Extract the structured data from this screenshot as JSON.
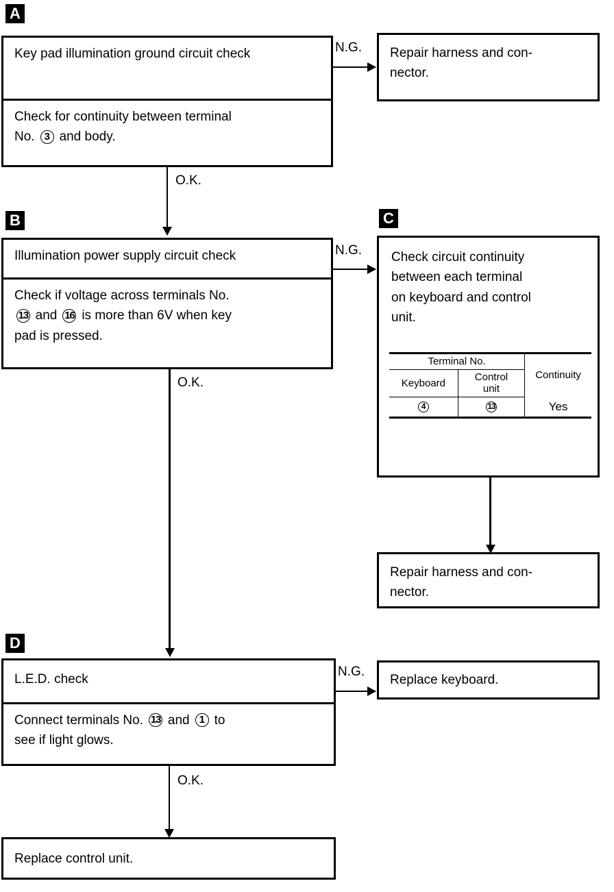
{
  "diagram": {
    "type": "troubleshooting-flowchart",
    "title": "Key pad illumination diagnostic flow",
    "steps": [
      {
        "id": "A",
        "badge": "A",
        "heading": "Key pad illumination ground circuit check",
        "body_prefix": "Check for continuity between terminal No.",
        "body_terminals": [
          "3"
        ],
        "body_suffix": "and body.",
        "ng_label": "N.G.",
        "ok_label": "O.K.",
        "ng_target": "Repair harness and connector.",
        "ok_target": "B"
      },
      {
        "id": "B",
        "badge": "B",
        "heading": "Illumination power supply circuit check",
        "body_prefix": "Check if voltage across terminals No.",
        "body_terminals": [
          "13",
          "16"
        ],
        "body_mid": "and",
        "body_suffix": "is more than 6V when key pad is pressed.",
        "ng_label": "N.G.",
        "ok_label": "O.K.",
        "ng_target": "C",
        "ok_target": "D"
      },
      {
        "id": "C",
        "badge": "C",
        "heading": "Check circuit continuity between each terminal on keyboard and control unit.",
        "target": "Repair harness and connector."
      },
      {
        "id": "D",
        "badge": "D",
        "heading": "L.E.D. check",
        "body_prefix": "Connect terminals No.",
        "body_terminals": [
          "13",
          "1"
        ],
        "body_mid": "and",
        "body_suffix": "to see if light glows.",
        "ng_label": "N.G.",
        "ok_label": "O.K.",
        "ng_target": "Replace keyboard.",
        "ok_target": "Replace control unit."
      }
    ]
  },
  "boxes": {
    "a_heading": "Key pad illumination ground circuit check",
    "a_body_part1": "Check for continuity between terminal",
    "a_body_part2": "No.",
    "a_body_term1": "3",
    "a_body_part3": "and body.",
    "a_ng_result": "Repair harness and con-",
    "a_ng_result2": "nector.",
    "b_heading": "Illumination power supply circuit check",
    "b_body_part1": "Check if voltage across terminals No.",
    "b_body_term1": "13",
    "b_body_and": "and",
    "b_body_term2": "16",
    "b_body_part2": "is more than 6V when key",
    "b_body_part3": "pad is pressed.",
    "c_heading_l1": "Check circuit continuity",
    "c_heading_l2": "between each terminal",
    "c_heading_l3": "on keyboard and control",
    "c_heading_l4": "unit.",
    "c_result": "Repair harness and con-",
    "c_result2": "nector.",
    "d_heading": "L.E.D. check",
    "d_body_part1": "Connect terminals No.",
    "d_body_term1": "13",
    "d_body_and": "and",
    "d_body_term2": "1",
    "d_body_part2": "to",
    "d_body_part3": "see if light glows.",
    "d_ng_result": "Replace keyboard.",
    "d_ok_result": "Replace control unit."
  },
  "labels": {
    "badge_a": "A",
    "badge_b": "B",
    "badge_c": "C",
    "badge_d": "D",
    "ng_a": "N.G.",
    "ok_a": "O.K.",
    "ng_b": "N.G.",
    "ok_b": "O.K.",
    "ng_d": "N.G.",
    "ok_d": "O.K."
  },
  "table_c": {
    "span_header": "Terminal No.",
    "col_keyboard": "Keyboard",
    "col_control_l1": "Control",
    "col_control_l2": "unit",
    "col_continuity": "Continuity",
    "rows": [
      {
        "keyboard": "4",
        "control_unit": "13",
        "continuity": "Yes"
      }
    ]
  },
  "colors": {
    "ink": "#000000",
    "paper": "#ffffff"
  }
}
